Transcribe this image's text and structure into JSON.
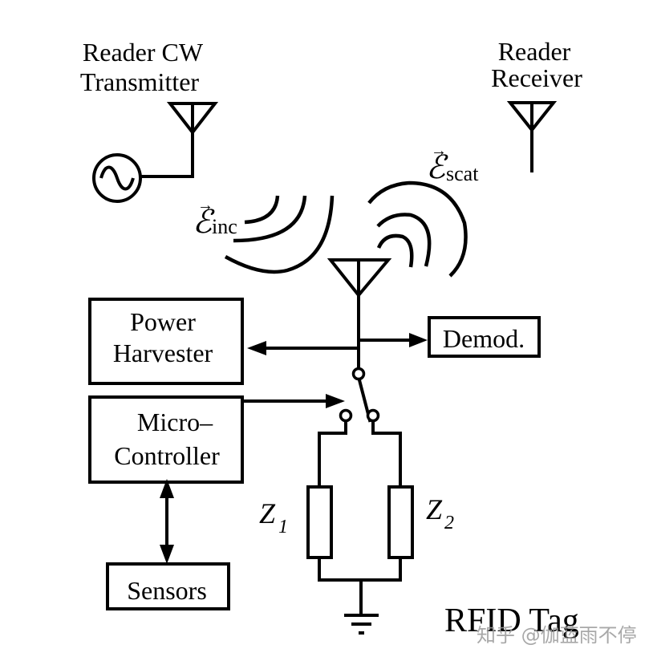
{
  "figure": {
    "title": "RFID Tag",
    "reader_transmitter": {
      "line1": "Reader CW",
      "line2": "Transmitter"
    },
    "reader_receiver": {
      "line1": "Reader",
      "line2": "Receiver"
    },
    "field_incident": {
      "symbol": "ℰ",
      "subscript": "inc",
      "vector_mark": "→"
    },
    "field_scattered": {
      "symbol": "ℰ",
      "subscript": "scat",
      "vector_mark": "→"
    },
    "blocks": {
      "power_harvester": {
        "line1": "Power",
        "line2": "Harvester"
      },
      "demodulator": {
        "label": "Demod."
      },
      "microcontroller": {
        "line1": "Micro–",
        "line2": "Controller"
      },
      "sensors": {
        "label": "Sensors"
      }
    },
    "impedances": [
      {
        "symbol": "Z",
        "subscript": "1"
      },
      {
        "symbol": "Z",
        "subscript": "2"
      }
    ],
    "icons": {
      "ac_source": "sine-source-icon",
      "antenna": "antenna-icon",
      "ground": "ground-icon",
      "switch": "spdt-switch-icon"
    }
  },
  "watermark": {
    "text": "知乎 @伽蓝雨不停"
  }
}
